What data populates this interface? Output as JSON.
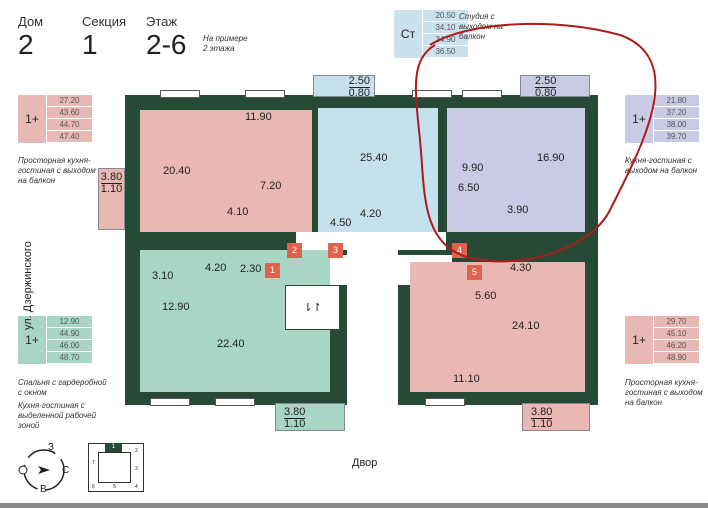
{
  "header": {
    "house_label": "Дом",
    "house": "2",
    "section_label": "Секция",
    "section": "1",
    "floor_label": "Этаж",
    "floor": "2-6",
    "floor_note": "На примере 2 этажа"
  },
  "legends": [
    {
      "type": "Ст",
      "values": [
        "20.50",
        "34.10",
        "34.90",
        "36.50"
      ],
      "desc": "Студия с выходом на балкон",
      "color": "#c9e2ee"
    },
    {
      "type": "1+",
      "values": [
        "27.20",
        "43.60",
        "44.70",
        "47.40"
      ],
      "desc": "Просторная кухня-гостиная с выходом на балкон",
      "color": "#e8b8b4"
    },
    {
      "type": "1+",
      "values": [
        "21.80",
        "37.20",
        "38.00",
        "39.70"
      ],
      "desc": "Кухня-гостиная с выходом на балкон",
      "color": "#c9cbe6"
    },
    {
      "type": "1+",
      "values": [
        "12.90",
        "44.90",
        "46.00",
        "48.70"
      ],
      "desc": "Спальня с гардеробной с окном",
      "desc2": "Кухня-гостиная с выделенной рабочей зоной",
      "color": "#a9d6c4"
    },
    {
      "type": "1+",
      "values": [
        "29.70",
        "45.10",
        "46.20",
        "48.90"
      ],
      "desc": "Просторная кухня-гостиная с выходом на балкон",
      "color": "#e8b8b4"
    }
  ],
  "street": "ул. Дзержинского",
  "yard": "Двор",
  "apartments": {
    "a2": {
      "rooms": [
        "20.40",
        "11.90",
        "7.20",
        "4.10"
      ],
      "balcony": [
        "3.80",
        "1.10"
      ]
    },
    "a3": {
      "rooms": [
        "25.40",
        "4.20",
        "4.50"
      ],
      "balcony": [
        "2.50",
        "0.80"
      ]
    },
    "a4": {
      "rooms": [
        "9.90",
        "16.90",
        "6.50",
        "3.90"
      ],
      "balcony": [
        "2.50",
        "0.80"
      ]
    },
    "a1": {
      "rooms": [
        "3.10",
        "4.20",
        "2.30",
        "12.90",
        "22.40"
      ],
      "balcony": [
        "3.80",
        "1.10"
      ]
    },
    "a5": {
      "rooms": [
        "4.30",
        "5.60",
        "11.10",
        "24.10"
      ],
      "balcony": [
        "3.80",
        "1.10"
      ]
    }
  },
  "markers": [
    "1",
    "2",
    "3",
    "4",
    "5"
  ],
  "compass": {
    "e": "З",
    "s": "С",
    "w": "В"
  },
  "keyplan": [
    "1",
    "2",
    "3",
    "4",
    "5",
    "6",
    "7"
  ]
}
